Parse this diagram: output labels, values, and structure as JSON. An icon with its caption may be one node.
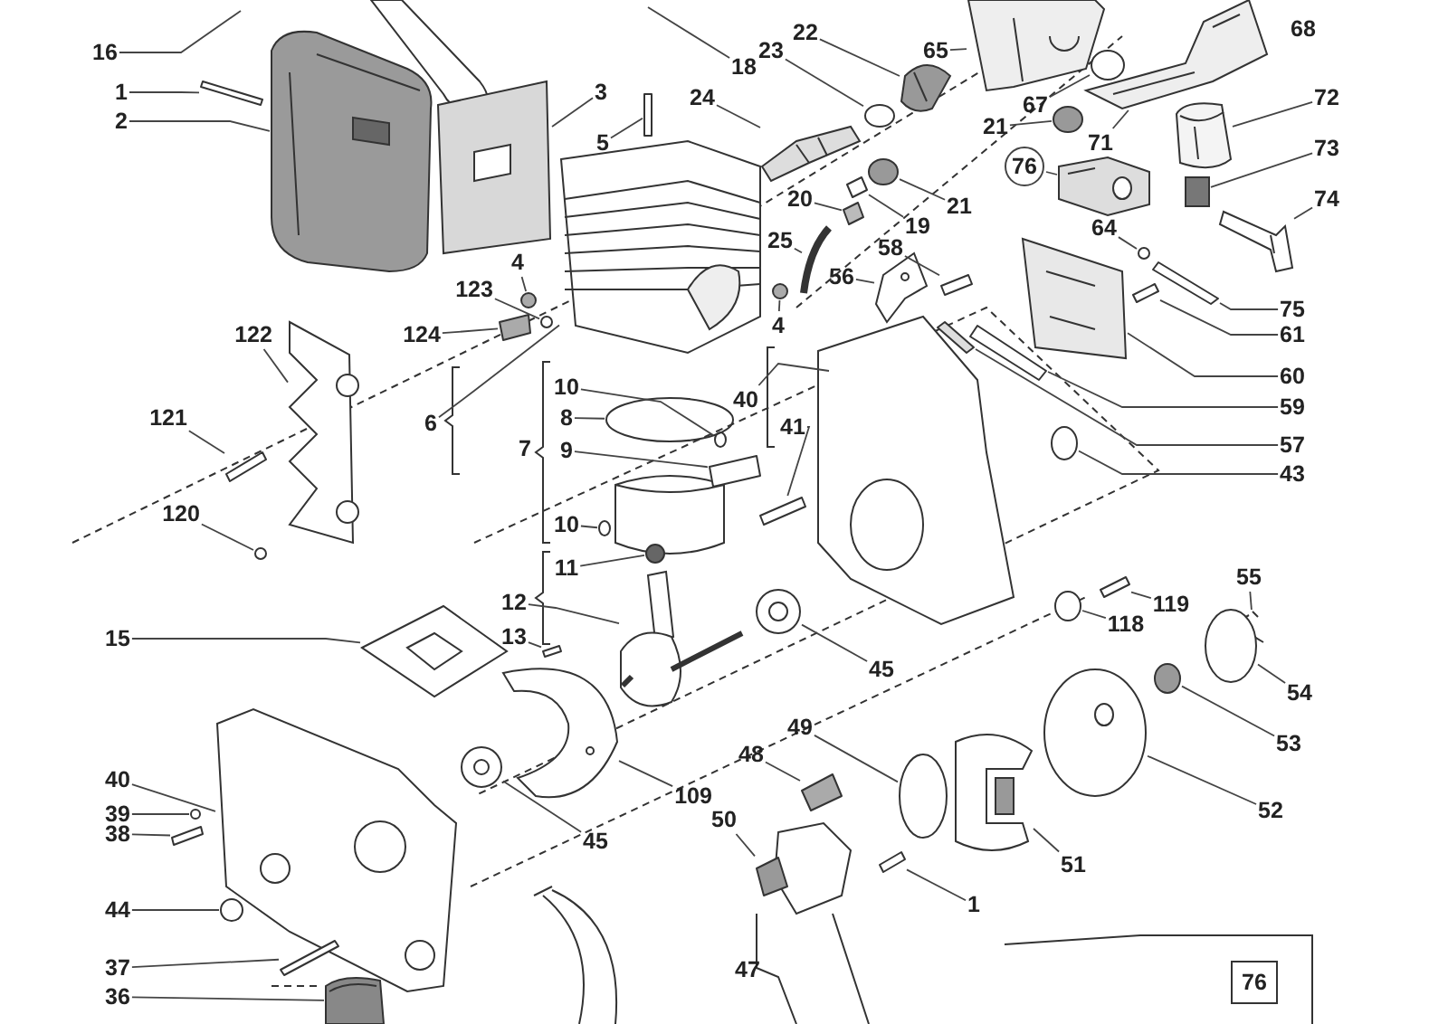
{
  "diagram": {
    "nodes": [
      {
        "text": [
          "16"
        ]
      },
      {
        "text": [
          "1"
        ]
      },
      {
        "text": [
          "2"
        ]
      },
      {
        "text": [
          "3"
        ]
      },
      {
        "text": [
          "5"
        ]
      },
      {
        "text": [
          "24"
        ]
      },
      {
        "text": [
          "18"
        ]
      },
      {
        "text": [
          "23"
        ]
      },
      {
        "text": [
          "22"
        ]
      },
      {
        "text": [
          "65"
        ]
      },
      {
        "text": [
          "67"
        ]
      },
      {
        "text": [
          "21"
        ]
      },
      {
        "text": [
          "71"
        ]
      },
      {
        "text": [
          "72"
        ]
      },
      {
        "text": [
          "73"
        ]
      },
      {
        "text": [
          "74"
        ]
      },
      {
        "text": [
          "76"
        ]
      },
      {
        "text": [
          "21"
        ]
      },
      {
        "text": [
          "19"
        ]
      },
      {
        "text": [
          "20"
        ]
      },
      {
        "text": [
          "64"
        ]
      },
      {
        "text": [
          "25"
        ]
      },
      {
        "text": [
          "56"
        ]
      },
      {
        "text": [
          "58"
        ]
      },
      {
        "text": [
          "4"
        ]
      },
      {
        "text": [
          "4"
        ]
      },
      {
        "text": [
          "123"
        ]
      },
      {
        "text": [
          "124"
        ]
      },
      {
        "text": [
          "75"
        ]
      },
      {
        "text": [
          "61"
        ]
      },
      {
        "text": [
          "60"
        ]
      },
      {
        "text": [
          "59"
        ]
      },
      {
        "text": [
          "57"
        ]
      },
      {
        "text": [
          "43"
        ]
      },
      {
        "text": [
          "40"
        ]
      },
      {
        "text": [
          "41"
        ]
      },
      {
        "text": [
          "122"
        ]
      },
      {
        "text": [
          "121"
        ]
      },
      {
        "text": [
          "120"
        ]
      },
      {
        "text": [
          "6"
        ]
      },
      {
        "text": [
          "10"
        ]
      },
      {
        "text": [
          "8"
        ]
      },
      {
        "text": [
          "9"
        ]
      },
      {
        "text": [
          "10"
        ]
      },
      {
        "text": [
          "11"
        ]
      },
      {
        "text": [
          "12"
        ]
      },
      {
        "text": [
          "13"
        ]
      },
      {
        "text": [
          "15"
        ]
      },
      {
        "text": [
          "109"
        ]
      },
      {
        "text": [
          "45"
        ]
      },
      {
        "text": [
          "45"
        ]
      },
      {
        "text": [
          "40"
        ]
      },
      {
        "text": [
          "39"
        ]
      },
      {
        "text": [
          "38"
        ]
      },
      {
        "text": [
          "44"
        ]
      },
      {
        "text": [
          "37"
        ]
      },
      {
        "text": [
          "36"
        ]
      },
      {
        "text": [
          "119"
        ]
      },
      {
        "text": [
          "118"
        ]
      },
      {
        "text": [
          "55"
        ]
      },
      {
        "text": [
          "54"
        ]
      },
      {
        "text": [
          "53"
        ]
      },
      {
        "text": [
          "52"
        ]
      },
      {
        "text": [
          "51"
        ]
      },
      {
        "text": [
          "49"
        ]
      },
      {
        "text": [
          "48"
        ]
      },
      {
        "text": [
          "50"
        ]
      },
      {
        "text": [
          "1"
        ]
      },
      {
        "text": [
          "76"
        ]
      },
      {
        "text": [],
        "shape": "bar"
      },
      {
        "text": [],
        "shape": "picture"
      },
      {
        "text": [],
        "shape": "picture"
      },
      {
        "text": [],
        "shape": "bar"
      },
      {
        "text": [],
        "shape": "picture"
      },
      {
        "text": [],
        "shape": "circle"
      },
      {
        "text": [],
        "shape": "picture"
      },
      {
        "text": [],
        "shape": "picture"
      },
      {
        "text": [],
        "shape": "circle"
      },
      {
        "text": [],
        "shape": "circle"
      },
      {
        "text": [],
        "shape": "picture"
      },
      {
        "text": [],
        "shape": "picture"
      },
      {
        "text": [],
        "shape": "box"
      },
      {
        "text": [],
        "shape": "picture"
      },
      {
        "text": [],
        "shape": "picture"
      },
      {
        "text": [],
        "shape": "circle"
      },
      {
        "text": [],
        "shape": "bar"
      },
      {
        "text": [],
        "shape": "bar"
      },
      {
        "text": [],
        "shape": "circle"
      },
      {
        "text": [],
        "shape": "picture"
      },
      {
        "text": [],
        "shape": "picture"
      },
      {
        "text": [],
        "shape": "bar"
      },
      {
        "text": [],
        "shape": "circle"
      },
      {
        "text": [],
        "shape": "circle"
      },
      {
        "text": [],
        "shape": "circle"
      },
      {
        "text": [],
        "shape": "bar"
      },
      {
        "text": [],
        "shape": "bar"
      },
      {
        "text": [],
        "shape": "bar"
      },
      {
        "text": [],
        "shape": "picture"
      },
      {
        "text": [],
        "shape": "bar"
      },
      {
        "text": [],
        "shape": "bar"
      },
      {
        "text": [],
        "shape": "circle"
      },
      {
        "text": [],
        "shape": "picture"
      },
      {
        "text": [],
        "shape": "bar"
      },
      {
        "text": [],
        "shape": "picture"
      },
      {
        "text": [],
        "shape": "bar"
      },
      {
        "text": [],
        "shape": "circle"
      },
      {
        "text": [],
        "shape": "picture"
      },
      {
        "text": [],
        "shape": "circle"
      },
      {
        "text": [],
        "shape": "circle"
      },
      {
        "text": [],
        "shape": "bar"
      },
      {
        "text": [],
        "shape": "circle"
      },
      {
        "text": [],
        "shape": "circle"
      },
      {
        "text": [],
        "shape": "picture"
      },
      {
        "text": [],
        "shape": "bar"
      },
      {
        "text": [],
        "shape": "picture"
      },
      {
        "text": [],
        "shape": "picture"
      },
      {
        "text": [],
        "shape": "picture"
      },
      {
        "text": [],
        "shape": "picture"
      },
      {
        "text": [],
        "shape": "picture"
      },
      {
        "text": [],
        "shape": "circle"
      },
      {
        "text": [],
        "shape": "bar"
      },
      {
        "text": [],
        "shape": "circle"
      },
      {
        "text": [],
        "shape": "bar"
      },
      {
        "text": [],
        "shape": "picture"
      },
      {
        "text": [],
        "shape": "bar"
      },
      {
        "text": [],
        "shape": "circle"
      },
      {
        "text": [],
        "shape": "picture"
      },
      {
        "text": [],
        "shape": "circle"
      },
      {
        "text": [],
        "shape": "circle"
      },
      {
        "text": [],
        "shape": "picture"
      },
      {
        "text": [],
        "shape": "picture"
      },
      {
        "text": [],
        "shape": "circle"
      },
      {
        "text": [],
        "shape": "bar"
      },
      {
        "text": [],
        "shape": "bar"
      },
      {
        "text": [],
        "shape": "bar"
      }
    ],
    "edges": [
      {
        "from": 0,
        "to": null,
        "arrow": "none"
      },
      {
        "from": 1,
        "to": 69,
        "arrow": "none"
      },
      {
        "from": 2,
        "to": 70,
        "arrow": "none"
      },
      {
        "from": 3,
        "to": 71,
        "arrow": "none"
      },
      {
        "from": 4,
        "to": 72,
        "arrow": "none"
      },
      {
        "from": 5,
        "to": 73,
        "arrow": "none"
      },
      {
        "from": 6,
        "to": null,
        "arrow": "none"
      },
      {
        "from": 7,
        "to": 74,
        "arrow": "none"
      },
      {
        "from": 8,
        "to": 75,
        "arrow": "none"
      },
      {
        "from": 9,
        "to": 76,
        "arrow": "none"
      },
      {
        "from": 10,
        "to": 77,
        "arrow": "none"
      },
      {
        "from": 11,
        "to": 78,
        "arrow": "none"
      },
      {
        "from": 12,
        "to": 79,
        "arrow": "none"
      },
      {
        "from": 13,
        "to": 80,
        "arrow": "none"
      },
      {
        "from": 14,
        "to": 81,
        "arrow": "none"
      },
      {
        "from": 15,
        "to": 82,
        "arrow": "none"
      },
      {
        "from": 16,
        "to": 83,
        "arrow": "none"
      },
      {
        "from": 17,
        "to": 84,
        "arrow": "none"
      },
      {
        "from": 18,
        "to": 85,
        "arrow": "none"
      },
      {
        "from": 19,
        "to": 86,
        "arrow": "none"
      },
      {
        "from": 20,
        "to": 87,
        "arrow": "none"
      },
      {
        "from": 21,
        "to": 88,
        "arrow": "none"
      },
      {
        "from": 22,
        "to": 89,
        "arrow": "none"
      },
      {
        "from": 23,
        "to": 90,
        "arrow": "none"
      },
      {
        "from": 24,
        "to": 91,
        "arrow": "none"
      },
      {
        "from": 25,
        "to": 92,
        "arrow": "none"
      },
      {
        "from": 26,
        "to": 93,
        "arrow": "none"
      },
      {
        "from": 27,
        "to": 94,
        "arrow": "none"
      },
      {
        "from": 28,
        "to": 95,
        "arrow": "none"
      },
      {
        "from": 29,
        "to": 96,
        "arrow": "none"
      },
      {
        "from": 30,
        "to": 97,
        "arrow": "none"
      },
      {
        "from": 31,
        "to": 98,
        "arrow": "none"
      },
      {
        "from": 32,
        "to": 99,
        "arrow": "none"
      },
      {
        "from": 33,
        "to": 100,
        "arrow": "none"
      },
      {
        "from": 34,
        "to": 101,
        "arrow": "none"
      },
      {
        "from": 35,
        "to": 102,
        "arrow": "none"
      },
      {
        "from": 36,
        "to": 103,
        "arrow": "none"
      },
      {
        "from": 37,
        "to": 104,
        "arrow": "none"
      },
      {
        "from": 38,
        "to": 105,
        "arrow": "none"
      },
      {
        "from": 39,
        "to": 106,
        "arrow": "none"
      },
      {
        "from": 40,
        "to": 107,
        "arrow": "none"
      },
      {
        "from": 41,
        "to": 108,
        "arrow": "none"
      },
      {
        "from": 42,
        "to": 109,
        "arrow": "none"
      },
      {
        "from": 43,
        "to": 110,
        "arrow": "none"
      },
      {
        "from": 44,
        "to": 111,
        "arrow": "none"
      },
      {
        "from": 45,
        "to": 112,
        "arrow": "none"
      },
      {
        "from": 46,
        "to": 113,
        "arrow": "none"
      },
      {
        "from": 47,
        "to": 114,
        "arrow": "none"
      },
      {
        "from": 48,
        "to": 115,
        "arrow": "none"
      },
      {
        "from": 49,
        "to": 116,
        "arrow": "none"
      },
      {
        "from": 50,
        "to": 117,
        "arrow": "none"
      },
      {
        "from": 51,
        "to": 118,
        "arrow": "none"
      },
      {
        "from": 52,
        "to": 119,
        "arrow": "none"
      },
      {
        "from": 53,
        "to": 120,
        "arrow": "none"
      },
      {
        "from": 54,
        "to": 121,
        "arrow": "none"
      },
      {
        "from": 55,
        "to": 122,
        "arrow": "none"
      },
      {
        "from": 56,
        "to": 123,
        "arrow": "none"
      },
      {
        "from": 57,
        "to": 124,
        "arrow": "none"
      },
      {
        "from": 58,
        "to": 125,
        "arrow": "none"
      },
      {
        "from": 59,
        "to": 126,
        "arrow": "none"
      },
      {
        "from": 60,
        "to": 127,
        "arrow": "none"
      },
      {
        "from": 61,
        "to": 128,
        "arrow": "none"
      },
      {
        "from": 62,
        "to": 129,
        "arrow": "none"
      },
      {
        "from": 63,
        "to": 130,
        "arrow": "none"
      },
      {
        "from": 64,
        "to": 131,
        "arrow": "none"
      },
      {
        "from": 65,
        "to": 132,
        "arrow": "none"
      },
      {
        "from": 66,
        "to": 133,
        "arrow": "none"
      },
      {
        "from": 67,
        "to": 134,
        "arrow": "none"
      }
    ],
    "labels": [
      "68",
      "7",
      "47"
    ]
  }
}
